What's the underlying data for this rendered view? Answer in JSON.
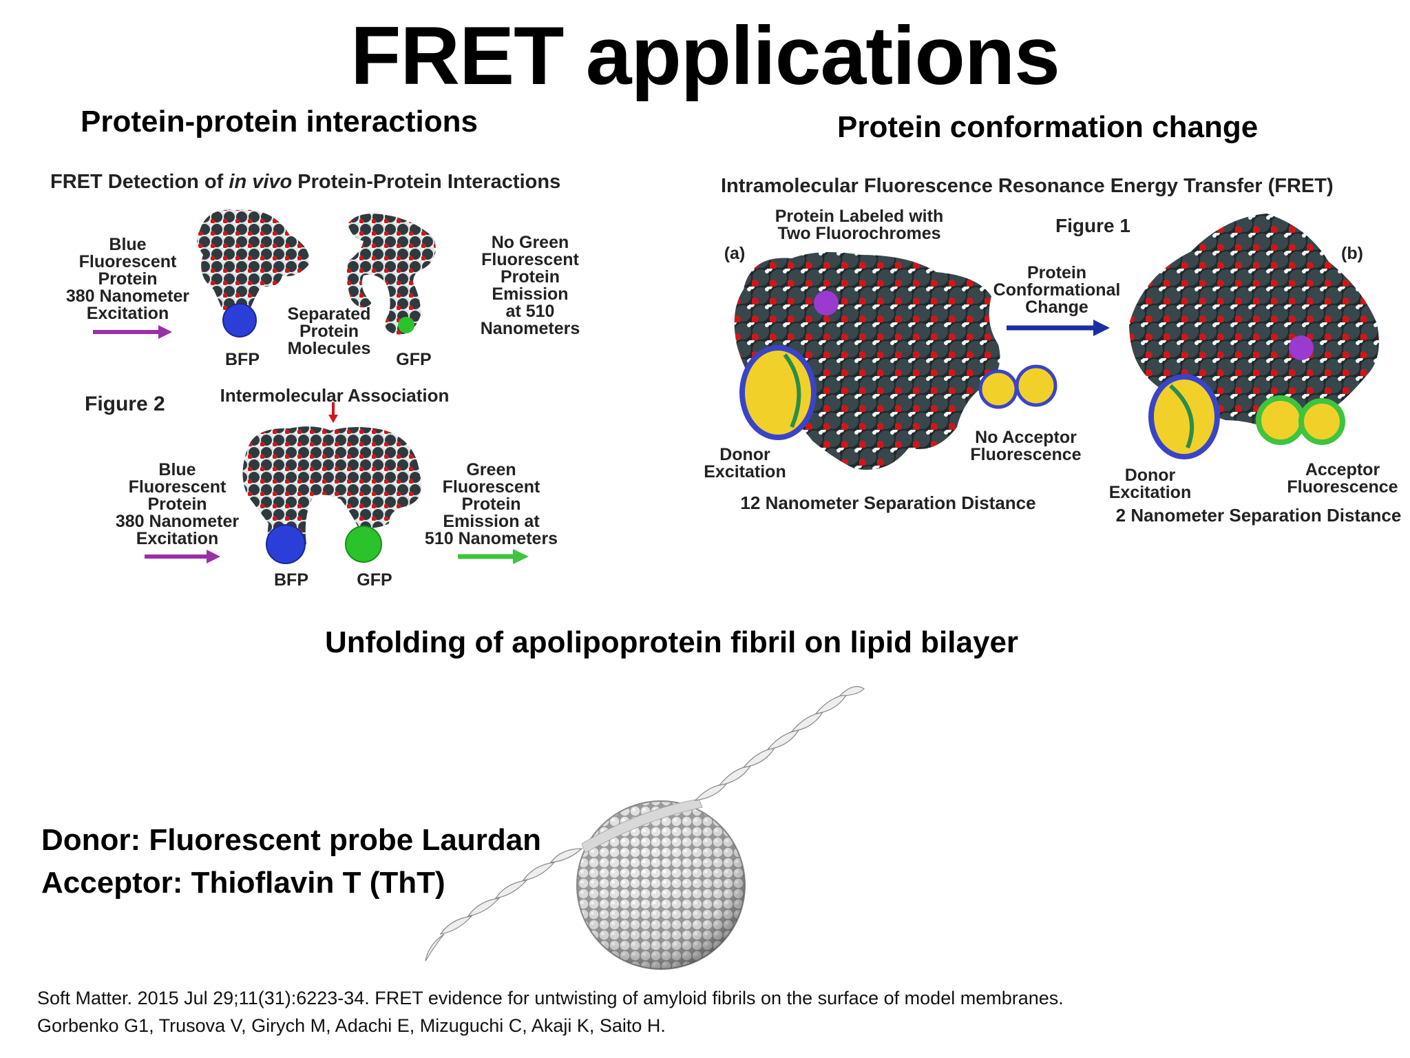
{
  "title": "FRET applications",
  "sections": {
    "ppi": "Protein-protein interactions",
    "conformation": "Protein conformation change",
    "unfolding": "Unfolding of apolipoprotein fibril  on  lipid bilayer"
  },
  "fig2": {
    "title_pre": "FRET Detection of ",
    "title_em": "in vivo",
    "title_post": " Protein-Protein Interactions",
    "blue_top": "Blue\nFluorescent\nProtein\n380 Nanometer\nExcitation",
    "separated": "Separated\nProtein\nMolecules",
    "no_green": "No Green\nFluorescent\nProtein\nEmission\nat 510\nNanometers",
    "bfp": "BFP",
    "gfp": "GFP",
    "figure": "Figure 2",
    "association": "Intermolecular Association",
    "blue_bottom": "Blue\nFluorescent\nProtein\n380 Nanometer\nExcitation",
    "green": "Green\nFluorescent\nProtein\nEmission at\n510 Nanometers"
  },
  "fig1": {
    "title": "Intramolecular Fluorescence Resonance Energy Transfer (FRET)",
    "labeled": "Protein Labeled with\nTwo Fluorochromes",
    "figure": "Figure 1",
    "a": "(a)",
    "b": "(b)",
    "change": "Protein\nConformational\nChange",
    "donor_a": "Donor\nExcitation",
    "no_acceptor": "No Acceptor\nFluorescence",
    "sep12": "12 Nanometer Separation Distance",
    "donor_b": "Donor\nExcitation",
    "acceptor": "Acceptor\nFluorescence",
    "sep2": "2 Nanometer Separation Distance"
  },
  "probes": {
    "donor": "Donor:  Fluorescent probe Laurdan",
    "acceptor": "Acceptor: Thioflavin T (ThT)"
  },
  "reference": {
    "line1": "Soft Matter. 2015 Jul 29;11(31):6223-34. FRET evidence for untwisting of amyloid fibrils on the surface of model membranes.",
    "line2": "Gorbenko G1, Trusova V, Girych M, Adachi E, Mizuguchi C, Akaji K, Saito H."
  },
  "colors": {
    "arrow_purple": "#9b2fa8",
    "arrow_green": "#3ec43e",
    "arrow_blue": "#1b2fa0",
    "bfp": "#2b3fd8",
    "gfp": "#2bc32b",
    "dye": "#f2d02a",
    "atom_dark": "#2e3a3e",
    "atom_red": "#d0161a"
  }
}
